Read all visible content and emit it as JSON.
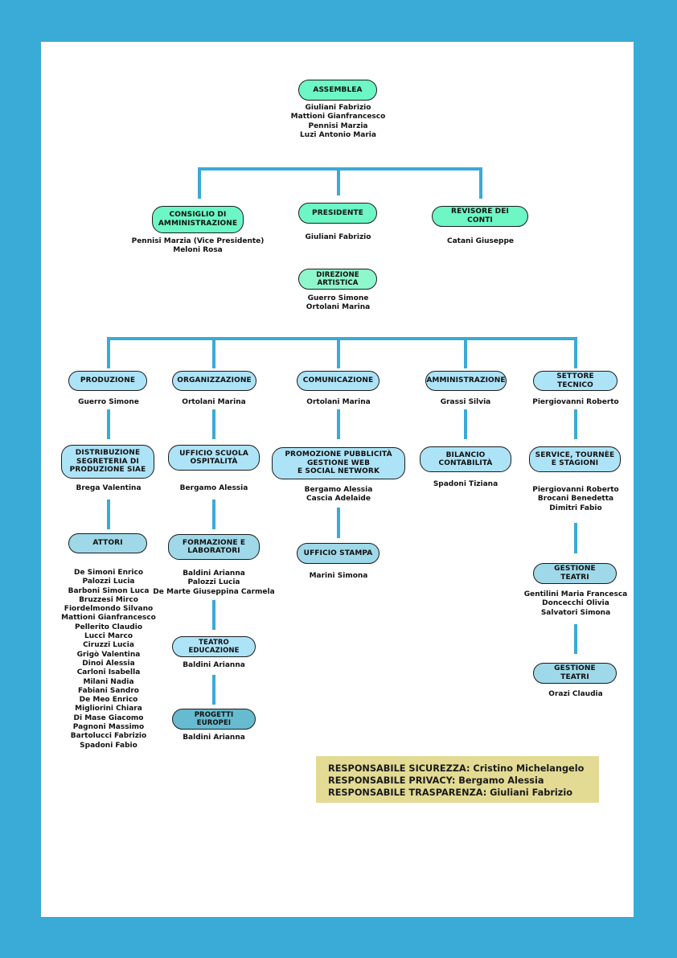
{
  "colors": {
    "page_border": "#3aaad6",
    "connector": "#3aaad6",
    "top_nodes": "#6cf7c5",
    "area_nodes": "#ade3f7",
    "sub_nodes": "#9fd8e8",
    "deep_nodes": "#67bbd0",
    "responsabili_box": "#e3db93"
  },
  "assemblea": {
    "label": "ASSEMBLEA",
    "members": [
      "Giuliani Fabrizio",
      "Mattioni Gianfrancesco",
      "Pennisi Marzia",
      "Luzi Antonio Maria"
    ]
  },
  "governance": {
    "consiglio": {
      "label": "CONSIGLIO DI\nAMMINISTRAZIONE",
      "members": [
        "Pennisi Marzia (Vice Presidente)",
        "Meloni Rosa"
      ]
    },
    "presidente": {
      "label": "PRESIDENTE",
      "members": [
        "Giuliani Fabrizio"
      ]
    },
    "revisore": {
      "label": "REVISORE DEI CONTI",
      "members": [
        "Catani Giuseppe"
      ]
    }
  },
  "direzione": {
    "label": "DIREZIONE\nARTISTICA",
    "members": [
      "Guerro Simone",
      "Ortolani Marina"
    ]
  },
  "areas": [
    {
      "label": "PRODUZIONE",
      "head": "Guerro Simone",
      "units": [
        {
          "label": "DISTRIBUZIONE\nSEGRETERIA DI\nPRODUZIONE SIAE",
          "members": [
            "Brega Valentina"
          ]
        },
        {
          "label": "ATTORI",
          "members": [
            "De Simoni Enrico",
            "Palozzi Lucia",
            "Barboni Simon Luca",
            "Bruzzesi Mirco",
            "Fiordelmondo Silvano",
            "Mattioni Gianfrancesco",
            "Pellerito Claudio",
            "Lucci Marco",
            "Ciruzzi Lucia",
            "Grigò Valentina",
            "Dinoi Alessia",
            "Carloni Isabella",
            "Milani Nadia",
            "Fabiani Sandro",
            "De Meo Enrico",
            "Migliorini Chiara",
            "Di Mase Giacomo",
            "Pagnoni Massimo",
            "Bartolucci Fabrizio",
            "Spadoni Fabio"
          ]
        }
      ]
    },
    {
      "label": "ORGANIZZAZIONE",
      "head": "Ortolani Marina",
      "units": [
        {
          "label": "UFFICIO SCUOLA\nOSPITALITÀ",
          "members": [
            "Bergamo Alessia"
          ]
        },
        {
          "label": "FORMAZIONE E\nLABORATORI",
          "members": [
            "Baldini Arianna",
            "Palozzi Lucia",
            "De Marte Giuseppina Carmela"
          ]
        },
        {
          "label": "TEATRO\nEDUCAZIONE",
          "members": [
            "Baldini Arianna"
          ]
        },
        {
          "label": "PROGETTI\nEUROPEI",
          "members": [
            "Baldini Arianna"
          ]
        }
      ]
    },
    {
      "label": "COMUNICAZIONE",
      "head": "Ortolani Marina",
      "units": [
        {
          "label": "PROMOZIONE PUBBLICITÀ\nGESTIONE WEB\nE SOCIAL NETWORK",
          "members": [
            "Bergamo Alessia",
            "Cascia Adelaide"
          ]
        },
        {
          "label": "UFFICIO STAMPA",
          "members": [
            "Marini Simona"
          ]
        }
      ]
    },
    {
      "label": "AMMINISTRAZIONE",
      "head": "Grassi Silvia",
      "units": [
        {
          "label": "BILANCIO\nCONTABILITÀ",
          "members": [
            "Spadoni Tiziana"
          ]
        }
      ]
    },
    {
      "label": "SETTORE TECNICO",
      "head": "Piergiovanni Roberto",
      "units": [
        {
          "label": "SERVICE, TOURNÈE\nE STAGIONI",
          "members": [
            "Piergiovanni Roberto",
            "Brocani Benedetta",
            "Dimitri Fabio"
          ]
        },
        {
          "label": "GESTIONE TEATRI",
          "members": [
            "Gentilini Maria Francesca",
            "Doncecchi Olivia",
            "Salvatori Simona"
          ]
        },
        {
          "label": "GESTIONE TEATRI",
          "members": [
            "Orazi Claudia"
          ]
        }
      ]
    }
  ],
  "responsabili": [
    "RESPONSABILE SICUREZZA: Cristino Michelangelo",
    "RESPONSABILE PRIVACY: Bergamo Alessia",
    "RESPONSABILE TRASPARENZA: Giuliani Fabrizio"
  ]
}
